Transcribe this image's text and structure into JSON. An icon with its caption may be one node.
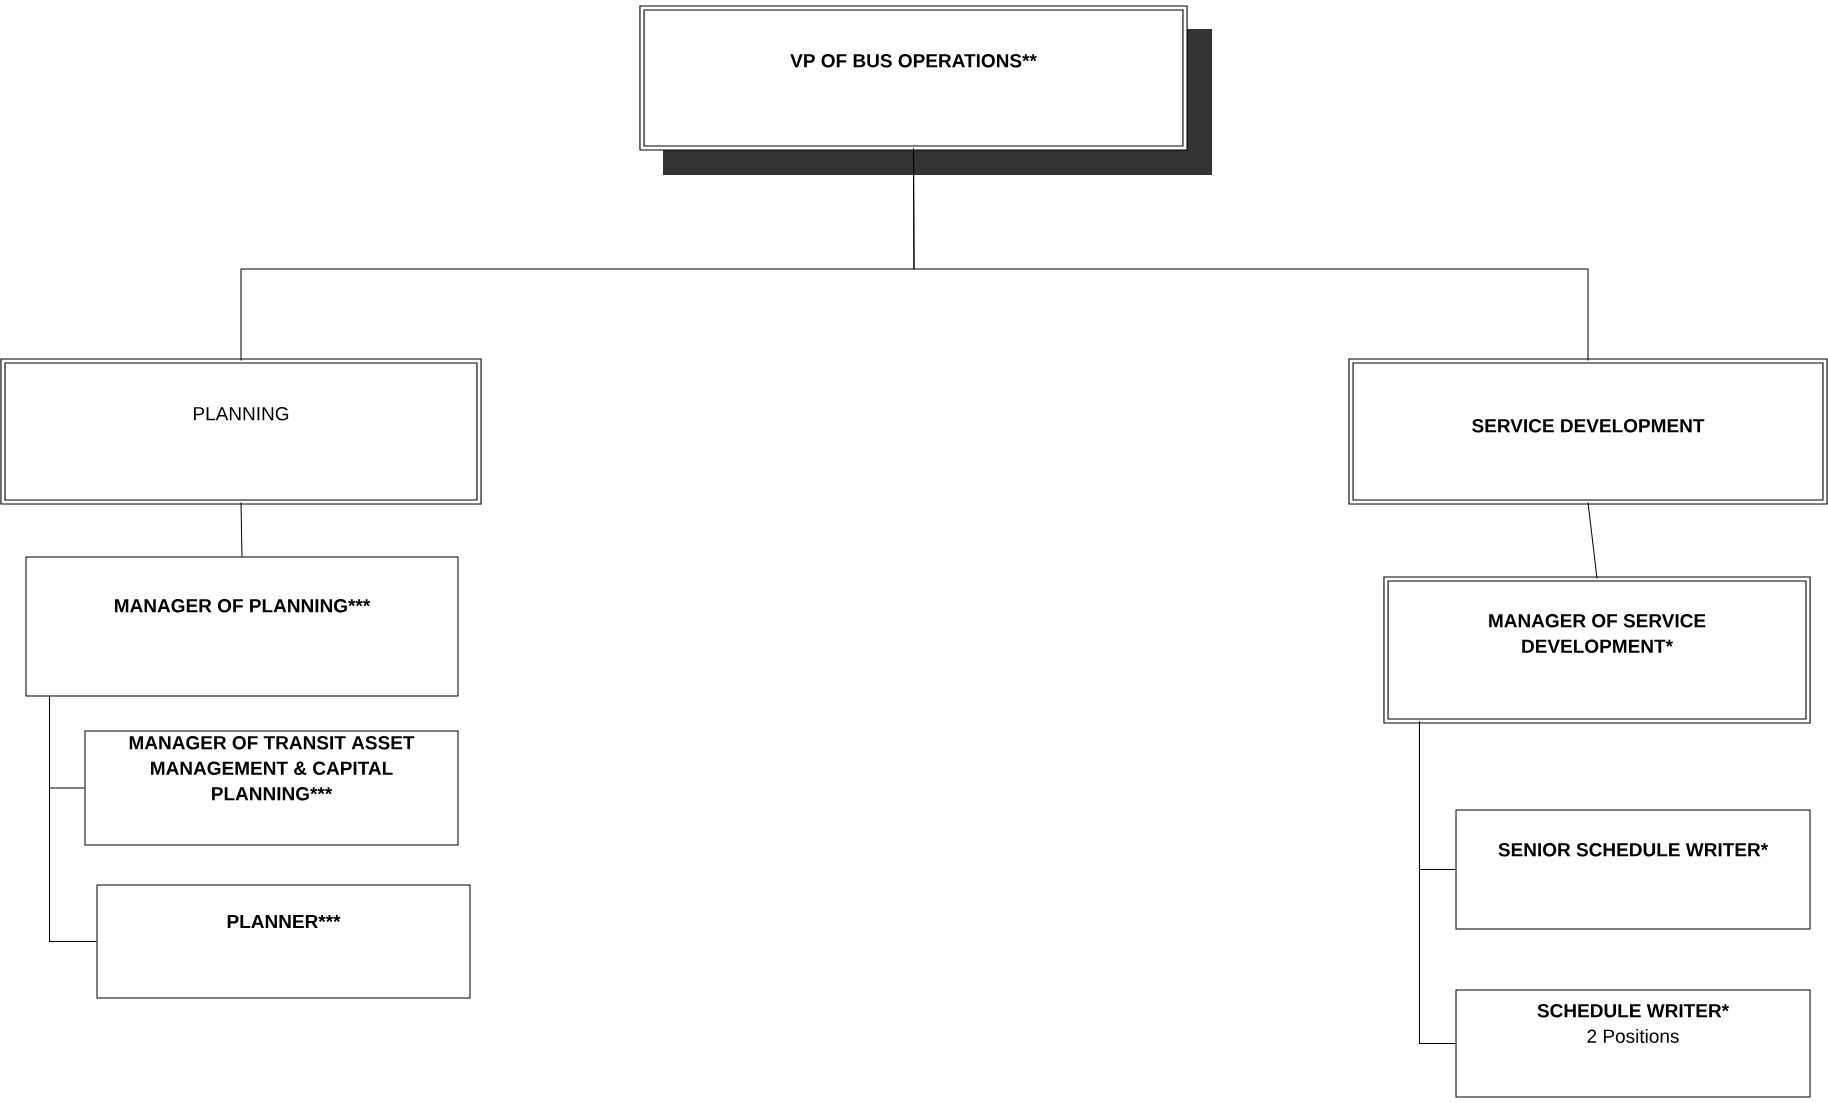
{
  "diagram": {
    "nodes": [
      {
        "text": [
          "VP OF BUS OPERATIONS**"
        ]
      },
      {
        "text": [
          "PLANNING"
        ]
      },
      {
        "text": [
          "SERVICE DEVELOPMENT"
        ]
      },
      {
        "text": [
          "MANAGER OF PLANNING***"
        ]
      },
      {
        "text": [
          "MANAGER OF TRANSIT ASSET MANAGEMENT & CAPITAL PLANNING***"
        ]
      },
      {
        "text": [
          "PLANNER***"
        ]
      },
      {
        "text": [
          "MANAGER OF SERVICE DEVELOPMENT*"
        ]
      },
      {
        "text": [
          "SENIOR SCHEDULE WRITER*"
        ]
      },
      {
        "text": [
          "SCHEDULE WRITER*",
          "2 Positions"
        ]
      }
    ],
    "edges": [
      {
        "from": 0,
        "to": 1,
        "arrow": "none"
      },
      {
        "from": 0,
        "to": 2,
        "arrow": "none"
      },
      {
        "from": 1,
        "to": 3,
        "arrow": "none"
      },
      {
        "from": 3,
        "to": 4,
        "arrow": "none"
      },
      {
        "from": 3,
        "to": 5,
        "arrow": "none"
      },
      {
        "from": 2,
        "to": 6,
        "arrow": "none"
      },
      {
        "from": 6,
        "to": 7,
        "arrow": "none"
      },
      {
        "from": 6,
        "to": 8,
        "arrow": "none"
      }
    ]
  }
}
